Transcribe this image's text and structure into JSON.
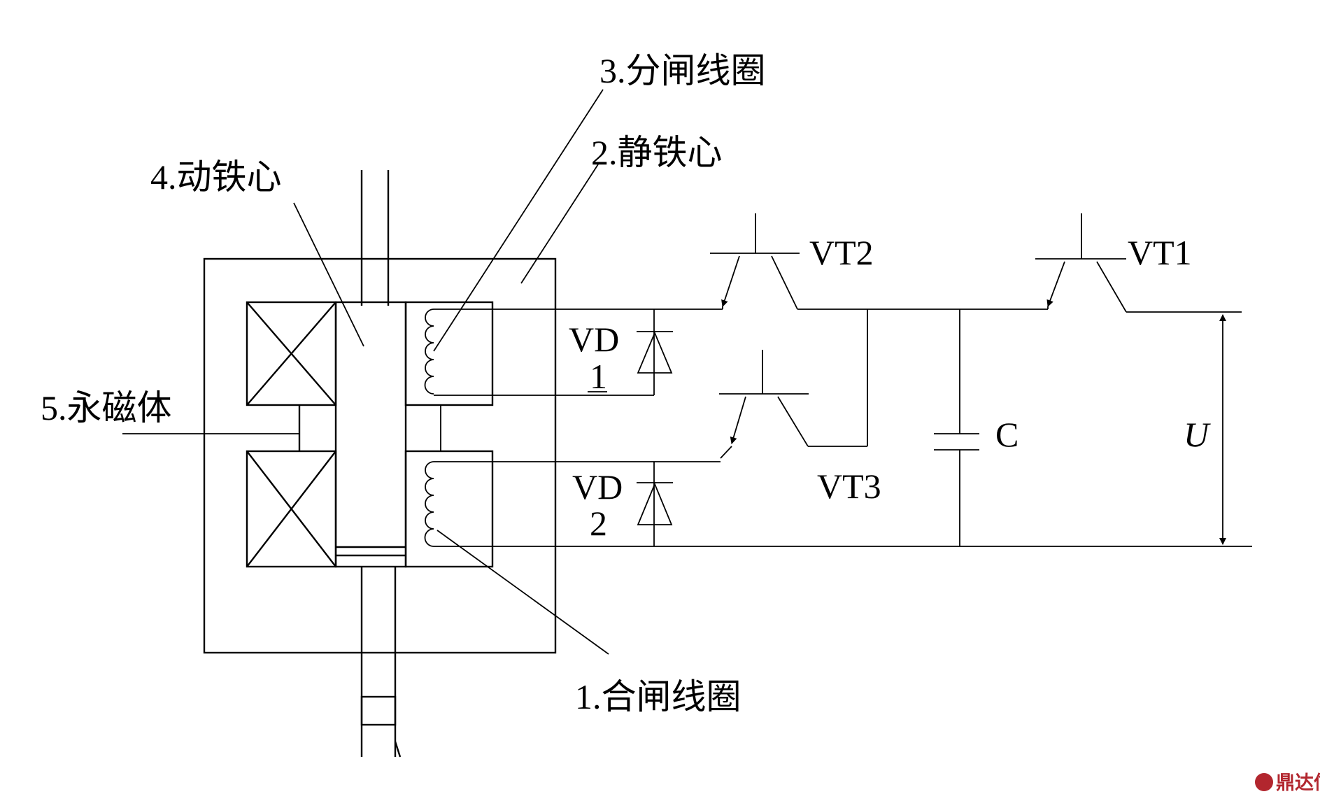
{
  "labels": {
    "closing_coil": "1.合闸线圈",
    "static_core": "2.静铁心",
    "opening_coil": "3.分闸线圈",
    "moving_core": "4.动铁心",
    "permanent_magnet": "5.永磁体",
    "vd1_top": "VD",
    "vd1_bottom": "1",
    "vd2_top": "VD",
    "vd2_bottom": "2",
    "vt1": "VT1",
    "vt2": "VT2",
    "vt3": "VT3",
    "capacitor": "C",
    "voltage": "U"
  },
  "watermark": {
    "text": "鼎达信",
    "color": "#b2262e"
  }
}
